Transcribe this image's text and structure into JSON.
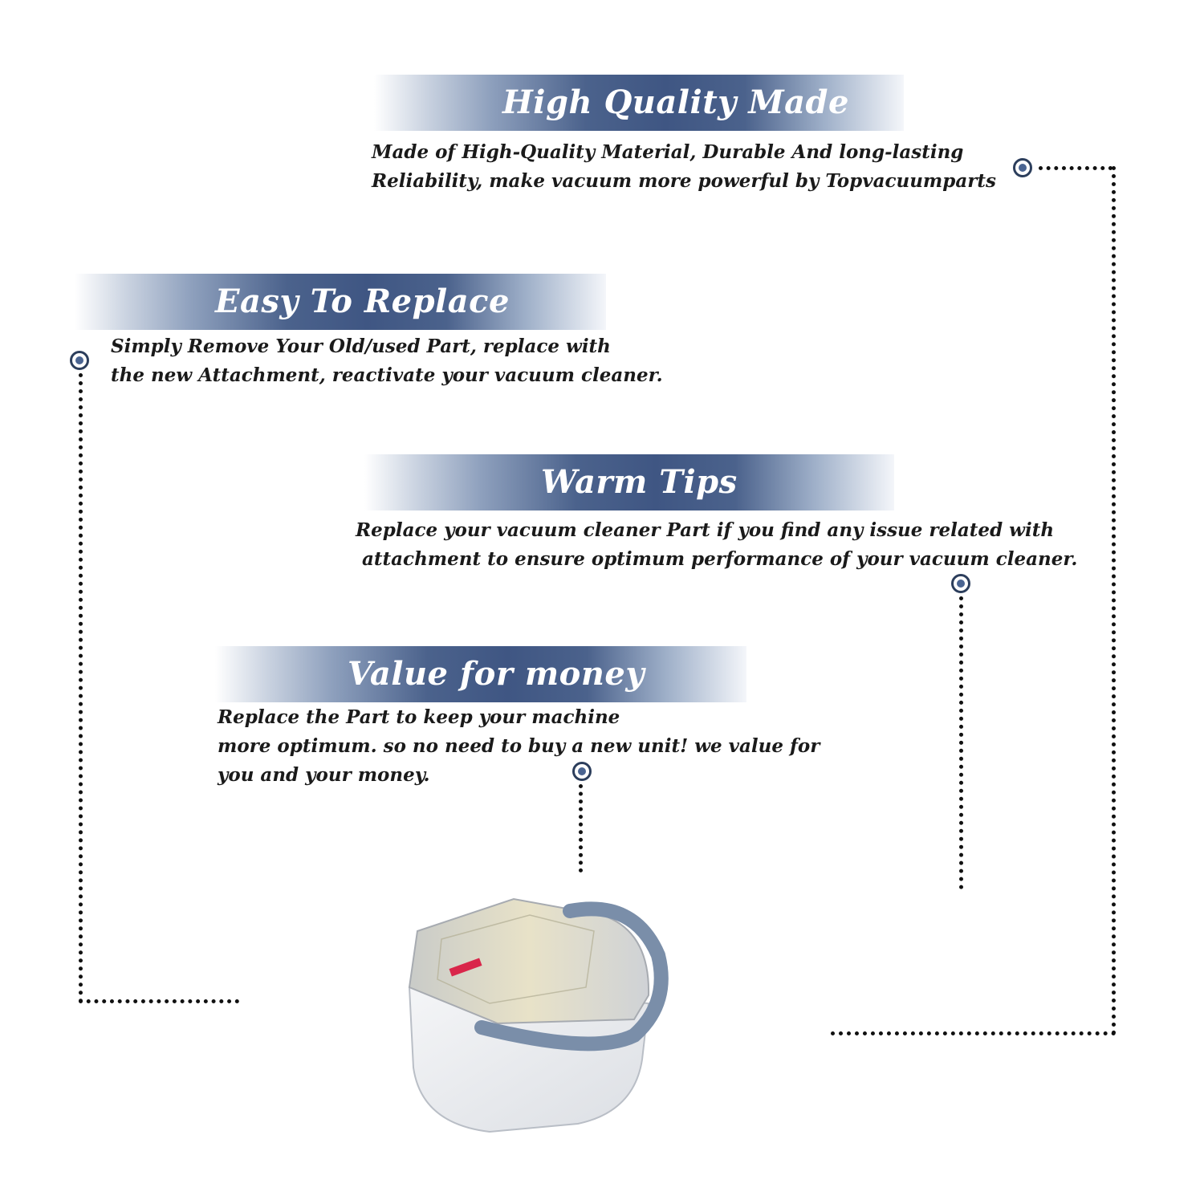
{
  "sections": [
    {
      "title": "High Quality Made",
      "lines": [
        "Made of  High-Quality Material, Durable And long-lasting",
        "Reliability, make vacuum more powerful by Topvacuumparts"
      ]
    },
    {
      "title": "Easy To Replace",
      "lines": [
        "Simply Remove Your Old/used Part, replace with",
        "the new Attachment, reactivate your vacuum cleaner."
      ]
    },
    {
      "title": "Warm Tips",
      "lines": [
        "Replace your vacuum cleaner Part if you find any issue related with",
        " attachment to ensure optimum performance of your vacuum cleaner."
      ]
    },
    {
      "title": "Value for money",
      "lines": [
        "Replace the Part to keep your machine",
        "more optimum. so no need to buy a new unit! we value for",
        "you and your money."
      ]
    }
  ],
  "colors": {
    "banner_dark": "#3f5683",
    "marker_fill": "#4a6491",
    "dotted_line": "#111111",
    "text": "#1a1a1a"
  },
  "icons": [
    "marker-dot-icon",
    "vacuum-dust-bin-product"
  ]
}
